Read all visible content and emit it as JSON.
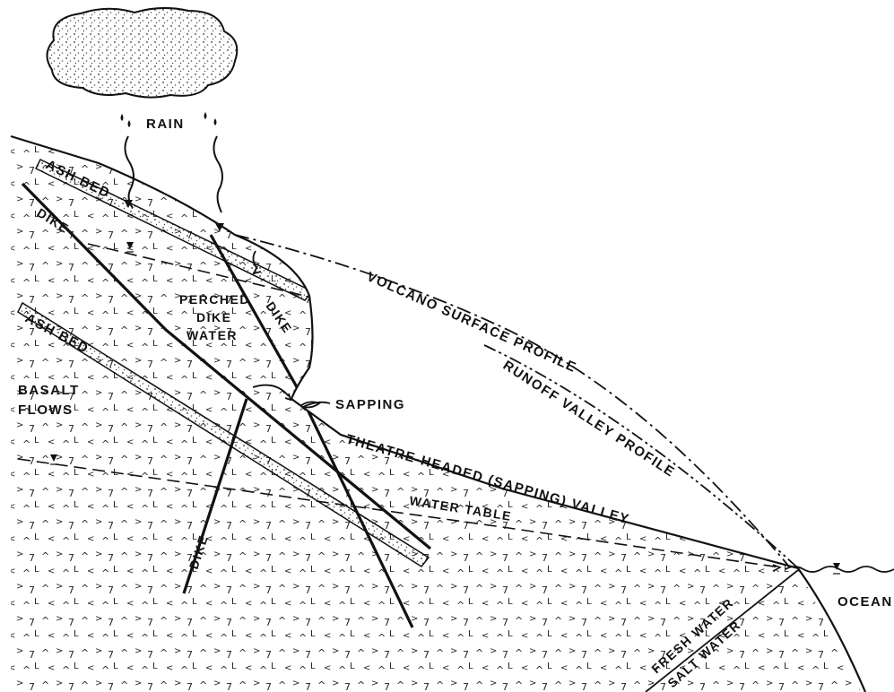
{
  "labels": {
    "rain": "RAIN",
    "ash_bed_upper": "ASH BED",
    "ash_bed_lower": "ASH BED",
    "dike_upper_left": "DIKE",
    "dike_upper_right": "DIKE",
    "dike_lower": "DIKE",
    "perched_line1": "PERCHED",
    "perched_line2": "DIKE",
    "perched_line3": "WATER",
    "basalt_line1": "BASALT",
    "basalt_line2": "FLOWS",
    "sapping": "SAPPING",
    "volcano_surface": "VOLCANO SURFACE PROFILE",
    "runoff_valley": "RUNOFF VALLEY PROFILE",
    "theatre_valley": "THEATRE-HEADED (SAPPING) VALLEY",
    "water_table": "WATER TABLE",
    "fresh_water": "FRESH WATER",
    "salt_water": "SALT WATER",
    "ocean": "OCEAN"
  }
}
